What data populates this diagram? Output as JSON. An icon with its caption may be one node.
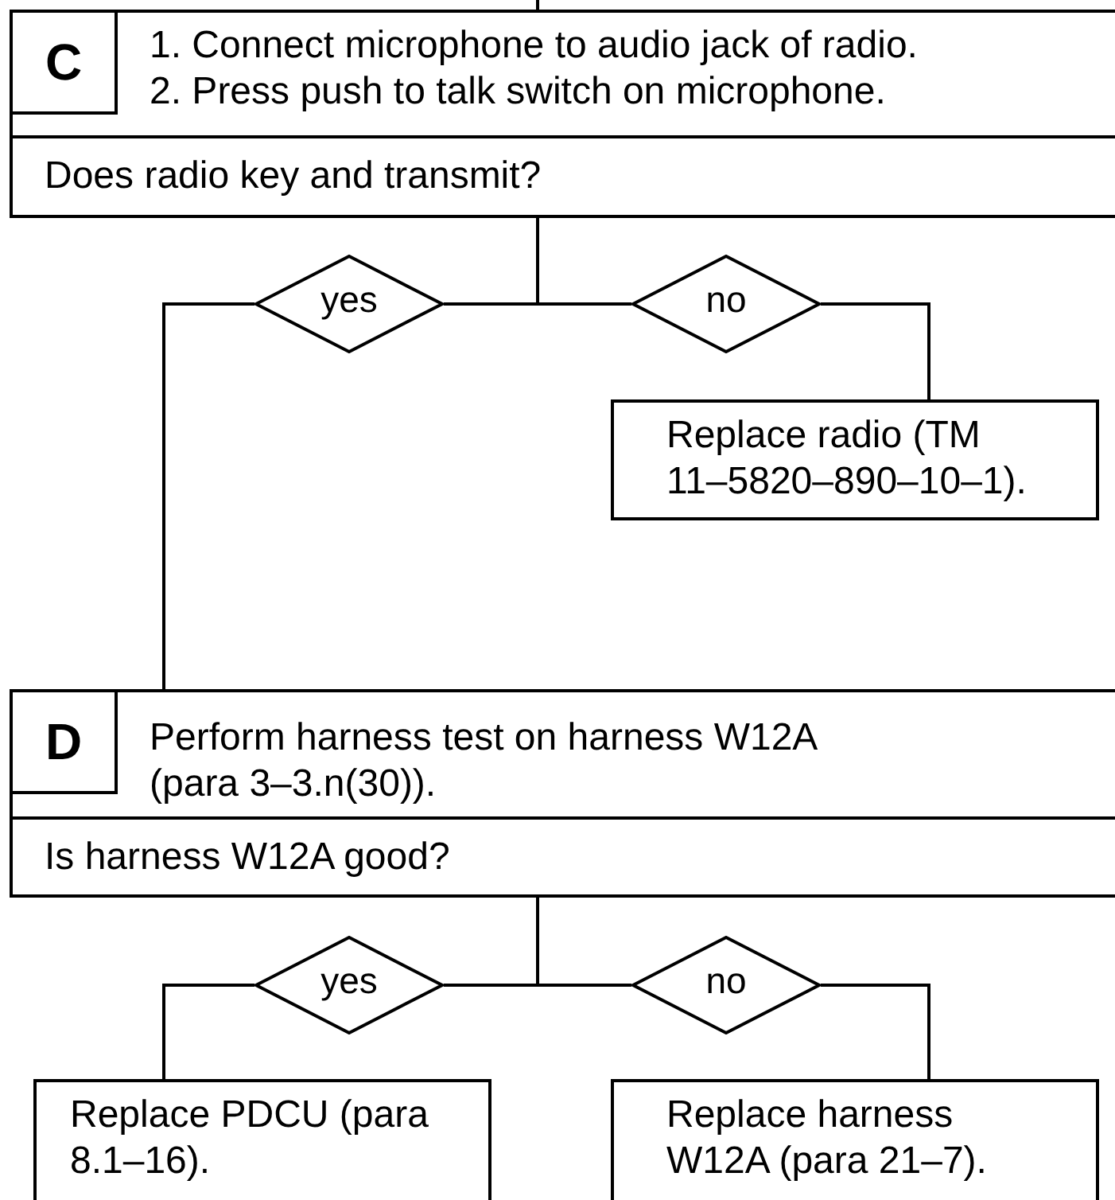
{
  "diagram": {
    "nodes": [
      {
        "text": [
          "1. Connect microphone to audio jack of radio.",
          "2. Press push to talk switch on microphone."
        ]
      },
      {
        "text": [
          "C"
        ],
        "in": 0
      },
      {
        "text": [
          "Does radio key and transmit?"
        ]
      },
      {
        "text": [
          "yes"
        ]
      },
      {
        "text": [
          "no"
        ]
      },
      {
        "text": [
          "Replace radio (TM 11–5820–890–10–1)."
        ]
      },
      {
        "text": [
          "Perform harness test on harness W12A (para 3–3.n(30))."
        ]
      },
      {
        "text": [
          "D"
        ],
        "in": 6
      },
      {
        "text": [
          "Is harness W12A good?"
        ]
      },
      {
        "text": [
          "yes"
        ]
      },
      {
        "text": [
          "no"
        ]
      },
      {
        "text": [
          "Replace PDCU (para 8.1–16)."
        ]
      },
      {
        "text": [
          "Replace harness W12A (para 21–7)."
        ]
      }
    ],
    "edges": [
      {
        "from": null,
        "to": 0,
        "arrow": "none"
      },
      {
        "from": 2,
        "to": 3,
        "arrow": "none"
      },
      {
        "from": 2,
        "to": 4,
        "arrow": "none"
      },
      {
        "from": 3,
        "to": 6,
        "arrow": "none"
      },
      {
        "from": 4,
        "to": 5,
        "arrow": "none"
      },
      {
        "from": 8,
        "to": 9,
        "arrow": "none"
      },
      {
        "from": 8,
        "to": 10,
        "arrow": "none"
      },
      {
        "from": 9,
        "to": 11,
        "arrow": "none"
      },
      {
        "from": 10,
        "to": 12,
        "arrow": "none"
      }
    ]
  }
}
